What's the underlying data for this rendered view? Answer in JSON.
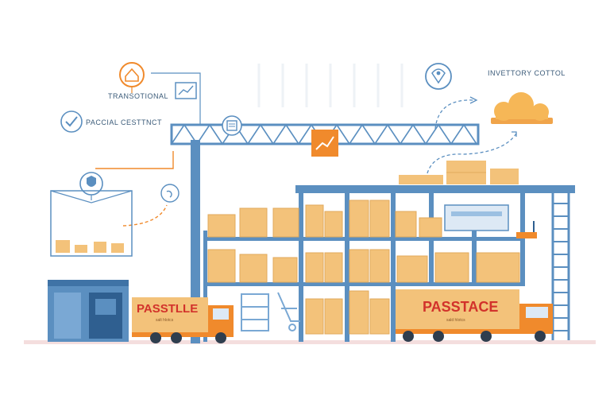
{
  "labels": {
    "transactional": "TRANSOTIONAL",
    "parcel_content": "PACCIAL CESTTNCT",
    "inventory_control": "INVETTORY COTTOL"
  },
  "trucks": {
    "left": {
      "name": "PASSTLLE",
      "sub": "salt hlotcs"
    },
    "right": {
      "name": "PASSTACE",
      "sub": "sald hlotcs"
    }
  },
  "colors": {
    "accent_orange": "#f08a2c",
    "steel_blue": "#5b8fc0",
    "box_tan": "#f3c27a",
    "truck_red_text": "#d2322b"
  },
  "icons": [
    "house-icon",
    "chart-icon",
    "checkmark-icon",
    "shield-icon",
    "tablet-icon",
    "trend-up-icon",
    "location-pin-icon",
    "cloud-icon"
  ]
}
